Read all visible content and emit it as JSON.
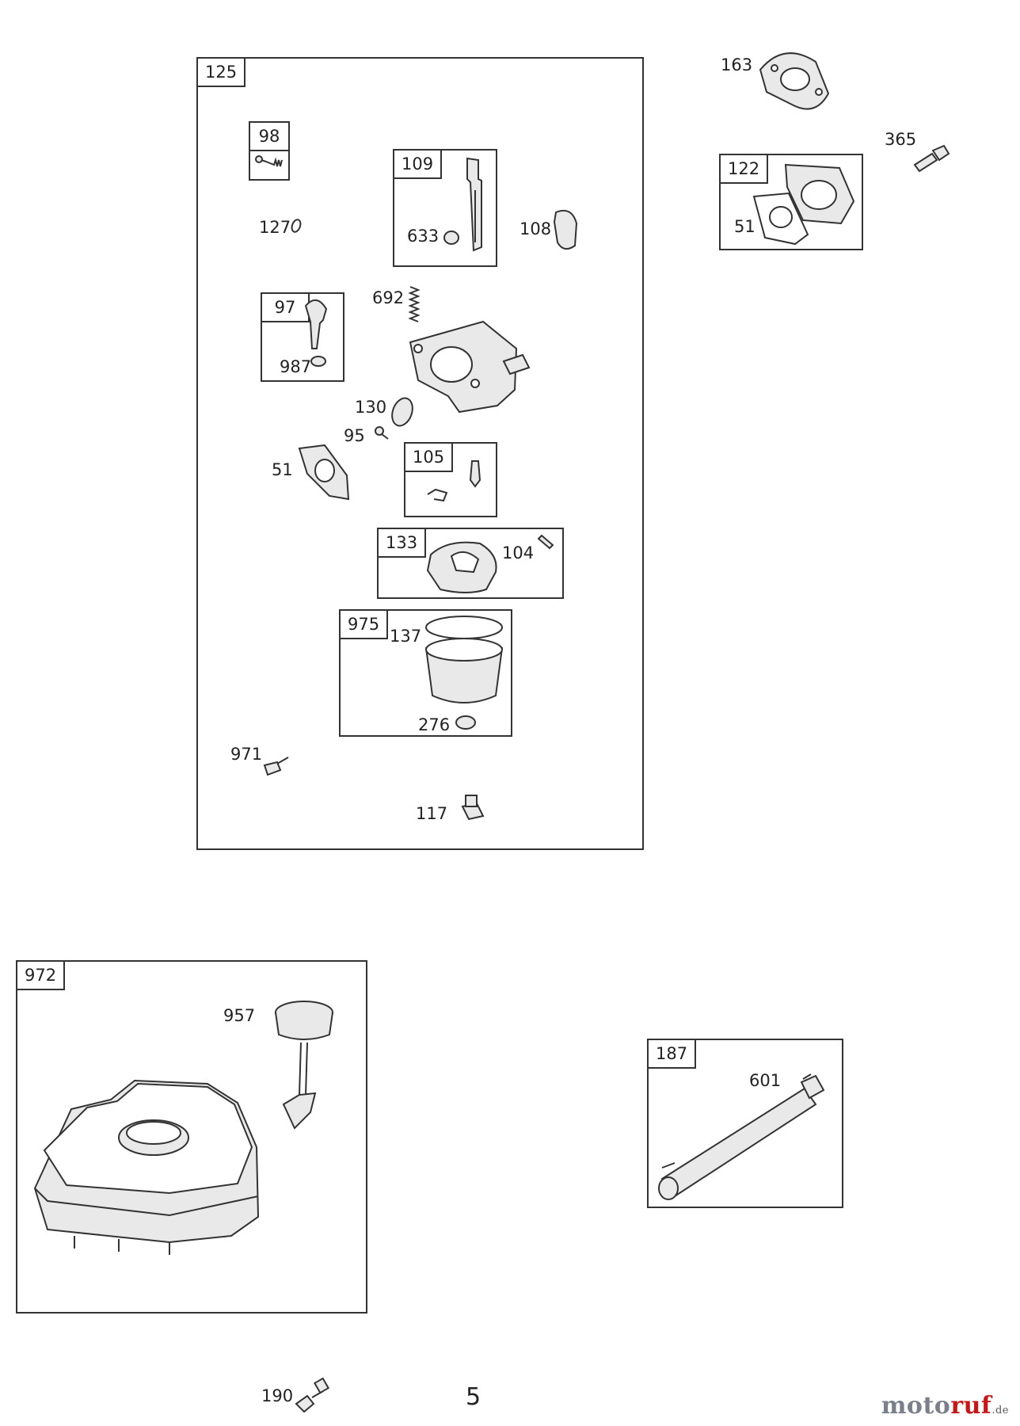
{
  "groups": {
    "g125": "125",
    "g98": "98",
    "g109": "109",
    "g97": "97",
    "g105": "105",
    "g133": "133",
    "g975": "975",
    "g122": "122",
    "g972": "972",
    "g187": "187"
  },
  "parts": {
    "p163": "163",
    "p365": "365",
    "p51a": "51",
    "p127": "127",
    "p633": "633",
    "p108": "108",
    "p692": "692",
    "p987": "987",
    "p130": "130",
    "p95": "95",
    "p51b": "51",
    "p104": "104",
    "p137": "137",
    "p276": "276",
    "p971": "971",
    "p117": "117",
    "p957": "957",
    "p601": "601",
    "p190": "190"
  },
  "page_number": "5",
  "brand": {
    "name_gray": "moto",
    "name_red": "ruf",
    "tld": ".de"
  }
}
